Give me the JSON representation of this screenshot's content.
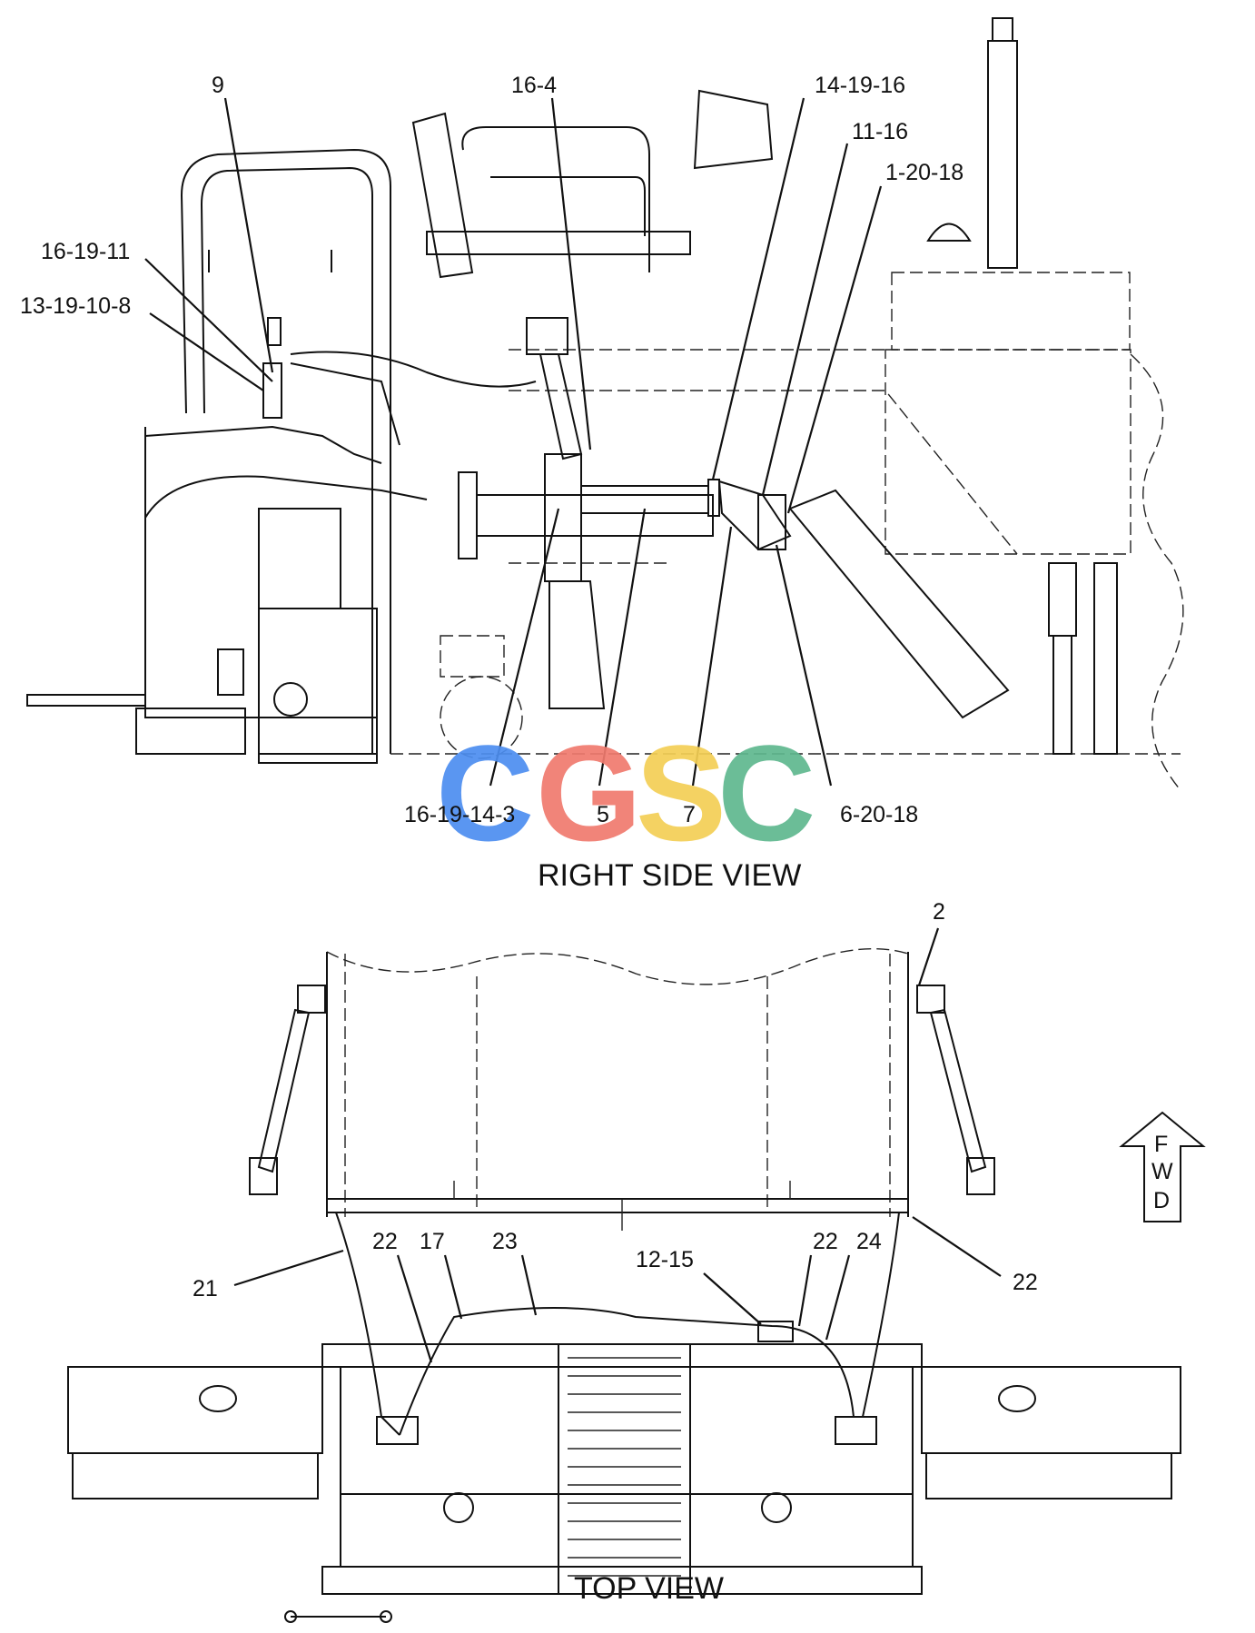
{
  "views": {
    "right_side": {
      "title": "RIGHT SIDE VIEW"
    },
    "top": {
      "title": "TOP VIEW"
    }
  },
  "callouts": {
    "c_9": "9",
    "c_16_4": "16-4",
    "c_14_19_16": "14-19-16",
    "c_11_16": "11-16",
    "c_1_20_18": "1-20-18",
    "c_16_19_11": "16-19-11",
    "c_13_19_10_8": "13-19-10-8",
    "c_16_19_14_3": "16-19-14-3",
    "c_5": "5",
    "c_7": "7",
    "c_6_20_18": "6-20-18",
    "c_2": "2",
    "c_21": "21",
    "c_22a": "22",
    "c_17": "17",
    "c_23": "23",
    "c_12_15": "12-15",
    "c_22b": "22",
    "c_24": "24",
    "c_22c": "22"
  },
  "fwd_arrow": {
    "letters": [
      "F",
      "W",
      "D"
    ]
  },
  "watermark": {
    "letters": [
      "C",
      "G",
      "S",
      "C"
    ],
    "colors": [
      "#4d8ef0",
      "#f07a6e",
      "#f4cf55",
      "#5fb88f"
    ]
  }
}
